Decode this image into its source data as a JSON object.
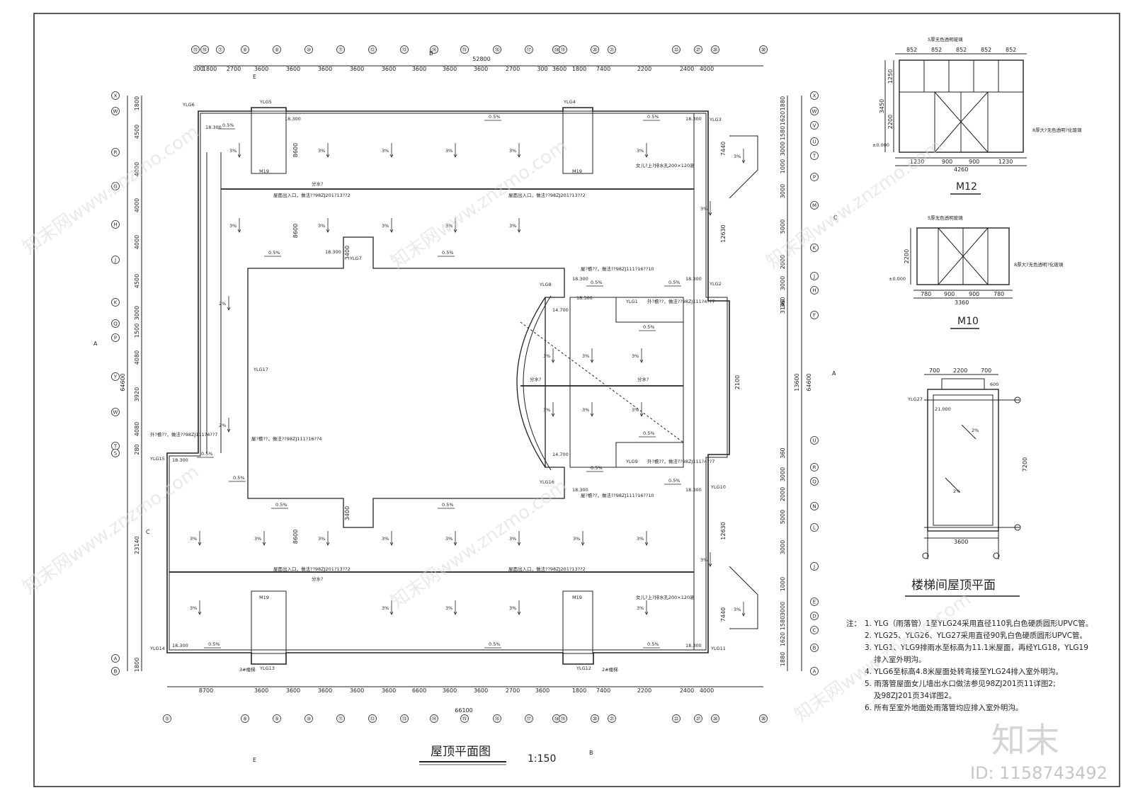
{
  "main_plan": {
    "title": "屋顶平面图",
    "scale": "1:150",
    "top_total": "52800",
    "bottom_total": "66100",
    "left_total": "64600",
    "right_total": "64600",
    "left_sub": "23140",
    "right_sub": "13600",
    "top_dims": [
      "300",
      "1800",
      "2700",
      "3600",
      "3600",
      "3600",
      "3600",
      "3600",
      "3600",
      "3600",
      "3600",
      "2700",
      "300",
      "3600",
      "1800",
      "7400",
      "2200",
      "2400",
      "4000"
    ],
    "bottom_dims": [
      "8700",
      "3600",
      "3600",
      "3600",
      "3600",
      "3600",
      "6600",
      "3600",
      "3600",
      "2700",
      "3600",
      "1800",
      "7400",
      "2200",
      "2400",
      "4000"
    ],
    "top_axes": [
      "⑮",
      "⑯",
      "⑦",
      "⑧",
      "⑨",
      "⑩",
      "⑪",
      "⑫",
      "⑬",
      "⑭",
      "⑮",
      "⑯",
      "⑰",
      "⑱",
      "⑲",
      "⑳",
      "㉑",
      "㉒",
      "㉗",
      "㉘",
      "㉚"
    ],
    "bottom_axes": [
      "⑤",
      "⑧",
      "⑨",
      "⑩",
      "⑪",
      "⑫",
      "⑬",
      "⑭",
      "⑮",
      "⑯",
      "⑰",
      "⑱",
      "⑲",
      "⑳",
      "㉑",
      "㉒",
      "㉗",
      "㉘",
      "㉚"
    ],
    "left_axes": [
      "X",
      "W",
      "R",
      "G",
      "H",
      "J",
      "K",
      "Q",
      "P",
      "Y",
      "W",
      "T",
      "S",
      "A",
      "B"
    ],
    "right_axes": [
      "X",
      "W",
      "V",
      "U",
      "T",
      "P",
      "M",
      "K",
      "J",
      "H",
      "F",
      "U",
      "R",
      "Q",
      "N",
      "L",
      "J",
      "E",
      "D",
      "C",
      "B",
      "A"
    ],
    "left_dims": [
      "1800",
      "4500",
      "4000",
      "4000",
      "4000",
      "4500",
      "3000",
      "1500",
      "4080",
      "3920",
      "4080",
      "280",
      "1800"
    ],
    "right_dims": [
      "1880",
      "1620",
      "1580",
      "3000",
      "1000",
      "3000",
      "5000",
      "2000",
      "3000",
      "360",
      "3140",
      "360",
      "3000",
      "2000",
      "5000",
      "3000",
      "1000",
      "3000",
      "1580",
      "1620",
      "1880"
    ],
    "inner_dims": [
      "8600",
      "8600",
      "3400",
      "3400",
      "8600",
      "12630",
      "12630",
      "2100",
      "7440",
      "7440"
    ],
    "pipes": [
      "YLG1",
      "YLG2",
      "YLG3",
      "YLG4",
      "YLG5",
      "YLG6",
      "YLG7",
      "YLG8",
      "YLG9",
      "YLG10",
      "YLG11",
      "YLG12",
      "YLG13",
      "YLG14",
      "YLG15",
      "YLG16",
      "YLG17"
    ],
    "slopes": [
      "0.5%",
      "3%",
      "2%"
    ],
    "elevations": [
      "18.300",
      "14.700"
    ],
    "notes_inline": [
      "屋面出入口，做法??98ZJ201?13??2",
      "分水?",
      "女儿?上?排水孔200×120高",
      "外?檐??，做法??98ZJ111?4??7",
      "屋?檐??，做法??98ZJ111?16??4",
      "屋?檐??，做法??98ZJ111?16??10",
      "3#楼梯",
      "2#楼梯",
      "M19"
    ],
    "section_marks": [
      "A",
      "B",
      "C",
      "E"
    ]
  },
  "m12": {
    "title": "M12",
    "top_label": "5厚无色透明玻璃",
    "side_label": "8厚大?无色透明?化玻璃",
    "top_dims": [
      "852",
      "852",
      "852",
      "852",
      "852"
    ],
    "bottom_dims": [
      "1230",
      "900",
      "900",
      "1230"
    ],
    "total": "4260",
    "heights": [
      "1250",
      "2200",
      "3450"
    ],
    "zero": "±0.000"
  },
  "m10": {
    "title": "M10",
    "top_label": "5厚无色透明玻璃",
    "side_label": "8厚大?无色透明?化玻璃",
    "bottom_dims": [
      "780",
      "900",
      "900",
      "780"
    ],
    "total": "3360",
    "height": "2200",
    "zero": "±0.000"
  },
  "stair_roof": {
    "title": "楼梯间屋顶平面",
    "top_dims": [
      "700",
      "2200",
      "700"
    ],
    "side_dim": "600",
    "height": "7200",
    "width": "3600",
    "pipe": "YLG27",
    "elevation": "21.000",
    "slope": "2%"
  },
  "notes": {
    "prefix": "注：",
    "items": [
      "1. YLG（雨落管）1至YLG24采用直径110乳白色硬质圆形UPVC管。",
      "2. YLG25、YLG26、YLG27采用直径90乳白色硬质圆形UPVC管。",
      "3. YLG1、YLG9排雨水至标高为11.1米屋面，再经YLG18，YLG19",
      "排入室外明沟。",
      "4. YLG6至标高4.8米屋面处转弯接至YLG24排入室外明沟。",
      "5. 雨落管屋面女儿墙出水口做法参见98ZJ201页11详图2;",
      "及98ZJ201页34详图2。",
      "6. 所有至室外地面处雨落管均应排入室外明沟。"
    ]
  },
  "watermark": {
    "text": "知末网www.znzmo.com",
    "logo": "知末",
    "id": "ID: 1158743492"
  }
}
